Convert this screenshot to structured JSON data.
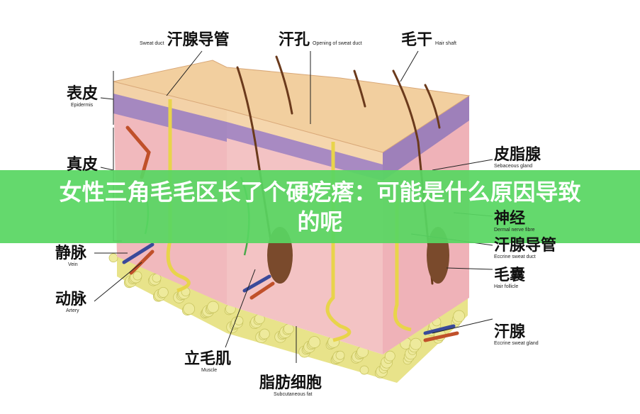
{
  "banner": {
    "title": "女性三角毛毛区长了个硬疙瘩：可能是什么原因导致的呢",
    "color": "#5fd96a"
  },
  "diagram": {
    "labels": {
      "sweat_duct_top": {
        "zh": "汗腺导管",
        "en": "Sweat duct"
      },
      "sweat_pore": {
        "zh": "汗孔",
        "en": "Opening of sweat duct"
      },
      "hair_shaft": {
        "zh": "毛干",
        "en": "Hair shaft"
      },
      "epidermis": {
        "zh": "表皮",
        "en": "Epidermis"
      },
      "dermis": {
        "zh": "真皮"
      },
      "vein": {
        "zh": "静脉",
        "en": "Vein"
      },
      "artery": {
        "zh": "动脉",
        "en": "Artery"
      },
      "muscle": {
        "zh": "立毛肌",
        "en": "Muscle"
      },
      "fat": {
        "zh": "脂肪细胞",
        "en": "Subcutaneous fat"
      },
      "sebaceous": {
        "zh": "皮脂腺",
        "en": "Sebaceous gland"
      },
      "nerve": {
        "zh": "神经",
        "en": "Dermal nerve fibre"
      },
      "eccrine_duct": {
        "zh": "汗腺导管",
        "en": "Eccrine sweat duct"
      },
      "follicle": {
        "zh": "毛囊",
        "en": "Hair follicle"
      },
      "eccrine_gland": {
        "zh": "汗腺",
        "en": "Eccrine sweat gland"
      }
    },
    "colors": {
      "epidermis_top": "#f2cf9f",
      "epidermis_layer": "#9c7fb8",
      "dermis": "#f1b9bd",
      "fat": "#e9e48a",
      "hair": "#6b3a1c",
      "vein": "#3a4a9a",
      "artery": "#c0502a"
    }
  }
}
